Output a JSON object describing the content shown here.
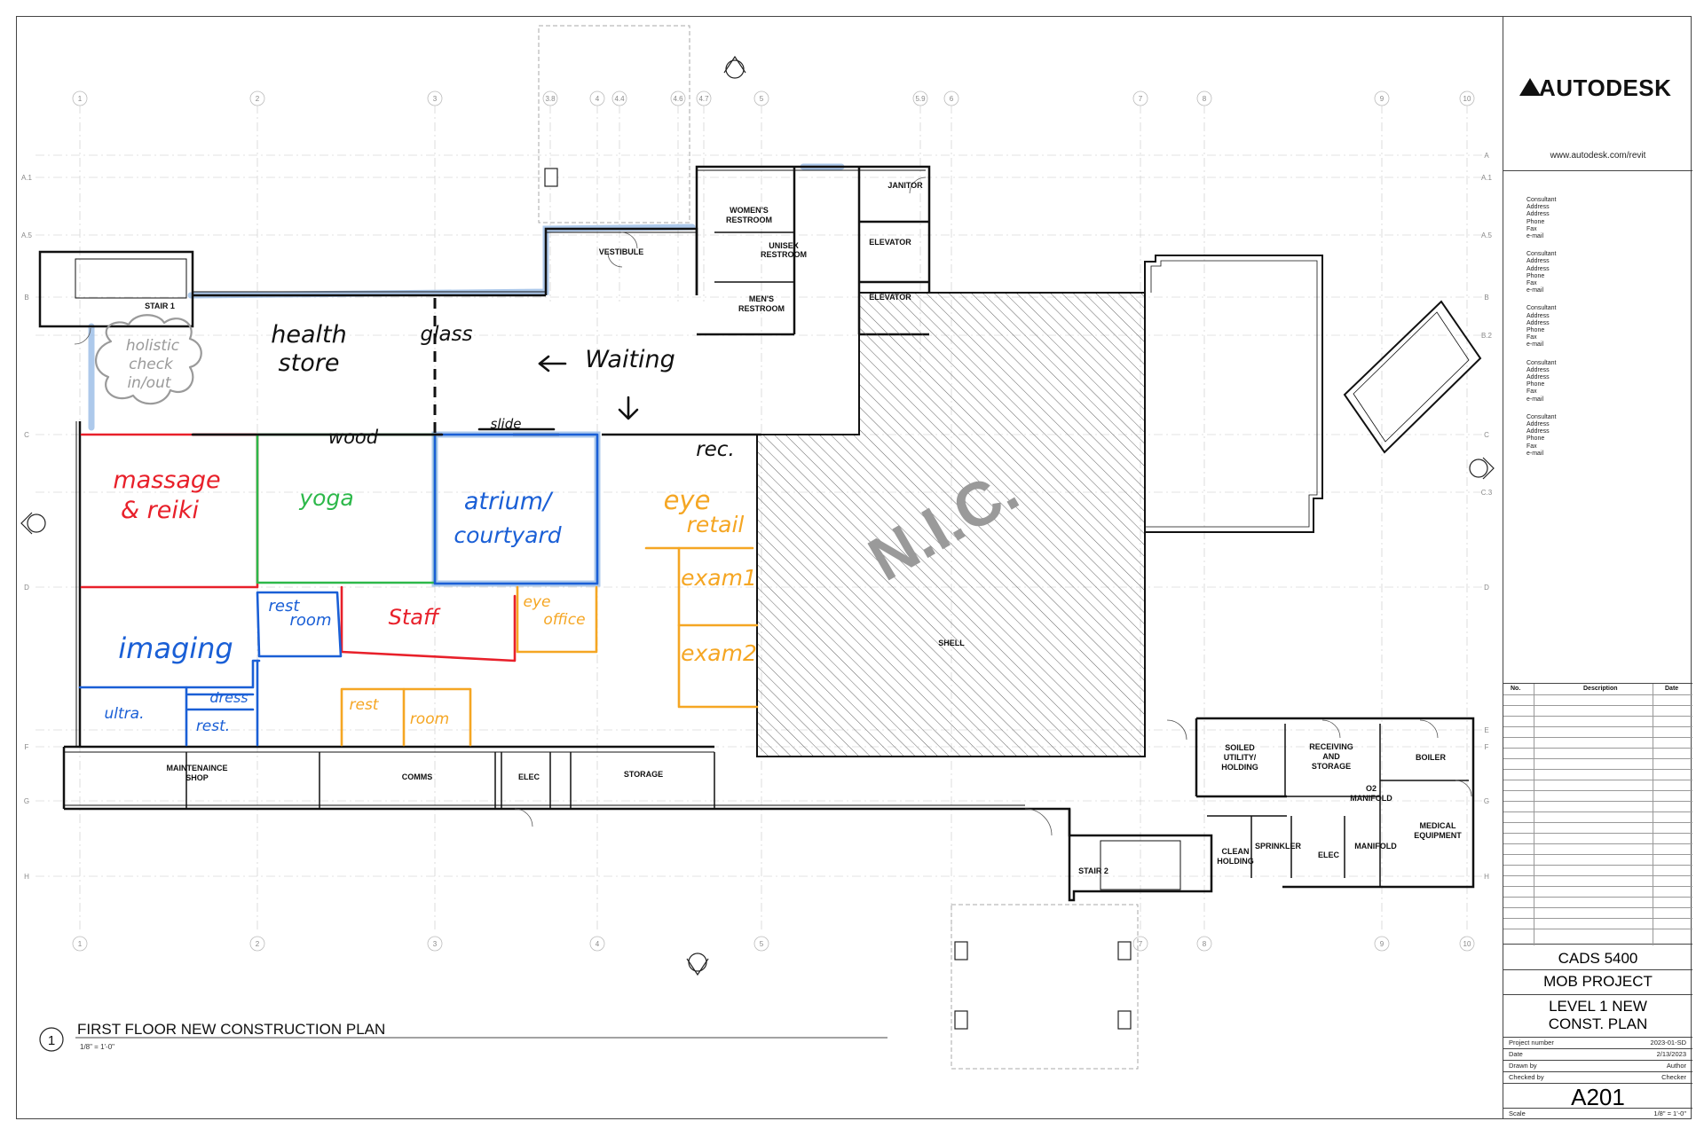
{
  "title_block": {
    "brand": "AUTODESK",
    "url": "www.autodesk.com/revit",
    "consultant_label": "Consultant",
    "address_label": "Address",
    "phone_label": "Phone",
    "fax_label": "Fax",
    "email_label": "e-mail",
    "revision_headers": [
      "No.",
      "Description",
      "Date"
    ],
    "project_number_title": "CADS 5400",
    "project_name": "MOB PROJECT",
    "sheet_name_1": "LEVEL 1 NEW",
    "sheet_name_2": "CONST. PLAN",
    "project_number_label": "Project number",
    "project_number": "2023-01-SD",
    "date_label": "Date",
    "date": "2/13/2023",
    "drawn_by_label": "Drawn by",
    "drawn_by": "Author",
    "checked_by_label": "Checked by",
    "checked_by": "Checker",
    "sheet_number": "A201",
    "scale_label": "Scale",
    "scale": "1/8\" = 1'-0\""
  },
  "view_title": {
    "number": "1",
    "name": "FIRST FLOOR NEW CONSTRUCTION PLAN",
    "scale": "1/8\" = 1'-0\""
  },
  "grid_columns": [
    "1",
    "2",
    "3",
    "3.8",
    "4",
    "4.4",
    "4.6",
    "4.7",
    "5",
    "5.9",
    "6",
    "7",
    "8",
    "9",
    "10"
  ],
  "grid_rows": [
    "A",
    "A.1",
    "A.5",
    "B",
    "B.2",
    "C",
    "C.3",
    "D",
    "E",
    "F",
    "G",
    "H"
  ],
  "rooms": {
    "stair1": "STAIR 1",
    "vestibule": "VESTIBULE",
    "womens_1": "WOMEN'S",
    "womens_2": "RESTROOM",
    "unisex_1": "UNISEX",
    "unisex_2": "RESTROOM",
    "mens_1": "MEN'S",
    "mens_2": "RESTROOM",
    "janitor": "JANITOR",
    "elevator_1": "ELEVATOR",
    "elevator_2": "ELEVATOR",
    "shell": "SHELL",
    "maint_1": "MAINTENAINCE",
    "maint_2": "SHOP",
    "comms": "COMMS",
    "elec": "ELEC",
    "storage": "STORAGE",
    "soiled_1": "SOILED",
    "soiled_2": "UTILITY/",
    "soiled_3": "HOLDING",
    "receiving_1": "RECEIVING",
    "receiving_2": "AND",
    "receiving_3": "STORAGE",
    "boiler": "BOILER",
    "o2_1": "O2",
    "o2_2": "MANIFOLD",
    "medical_1": "MEDICAL",
    "medical_2": "EQUIPMENT",
    "clean_1": "CLEAN",
    "clean_2": "HOLDING",
    "sprinkler": "SPRINKLER",
    "elec2": "ELEC",
    "manifold": "MANIFOLD",
    "stair2": "STAIR 2",
    "nic": "N.I.C."
  },
  "sketch_labels": {
    "health": "health",
    "store": "store",
    "glass": "glass",
    "waiting": "Waiting",
    "holistic_1": "holistic",
    "holistic_2": "check",
    "holistic_3": "in/out",
    "wood": "wood",
    "slide": "slide",
    "rec": "rec.",
    "massage": "massage",
    "reiki": "& reiki",
    "yoga": "yoga",
    "atrium": "atrium/",
    "courtyard": "courtyard",
    "eye": "eye",
    "retail": "retail",
    "exam1": "exam1",
    "exam2": "exam2",
    "rest_room_1": "rest",
    "rest_room_2": "room",
    "staff": "Staff",
    "eye_office_1": "eye",
    "eye_office_2": "office",
    "imaging": "imaging",
    "dress": "dress",
    "ultra": "ultra.",
    "rest": "rest.",
    "rest2": "rest",
    "room2": "room"
  },
  "colors": {
    "red": "#e8202a",
    "green": "#2db84a",
    "blue": "#1a5fd6",
    "orange": "#f5a623",
    "highlight": "#9fbfe8",
    "black": "#111111"
  }
}
